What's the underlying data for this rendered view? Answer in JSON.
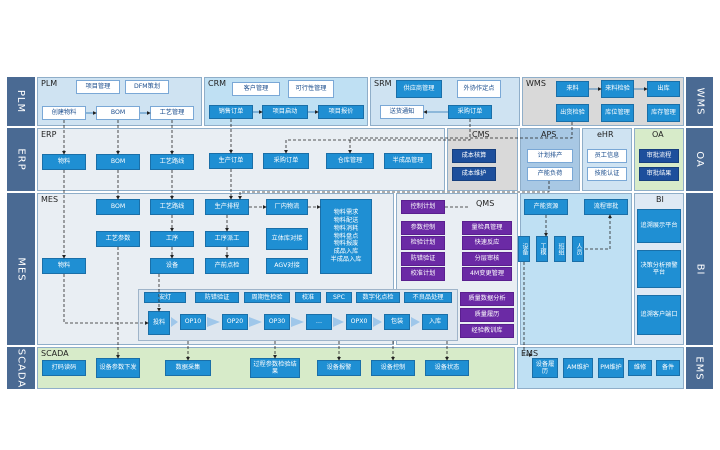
{
  "sides": {
    "plm_l": "PLM",
    "plm_r": "WMS",
    "erp_l": "ERP",
    "erp_r": "OA",
    "mes_l": "MES",
    "mes_r": "BI",
    "scada_l": "SCADA",
    "scada_r": "EMS"
  },
  "regions": {
    "plm": "PLM",
    "crm": "CRM",
    "srm": "SRM",
    "wms": "WMS",
    "erp": "ERP",
    "cms": "CMS",
    "aps": "APS",
    "ehr": "eHR",
    "oa": "OA",
    "mes": "MES",
    "qms": "QMS",
    "bi": "BI",
    "scada": "SCADA",
    "ems": "EMS"
  },
  "plm": {
    "b1": "项目管理",
    "b2": "DFM策划",
    "b3": "创建物料",
    "b4": "BOM",
    "b5": "工艺管理"
  },
  "crm": {
    "b1": "客户管理",
    "b2": "可行性管理",
    "b3": "销售订单",
    "b4": "项目启动",
    "b5": "项目报价"
  },
  "srm": {
    "b1": "供应商管理",
    "b2": "外协作定点",
    "b3": "送货通知",
    "b4": "采购订单"
  },
  "wms": {
    "b1": "来料",
    "b2": "来料检验",
    "b3": "出库",
    "b4": "出货检验",
    "b5": "库位管理",
    "b6": "库存管理"
  },
  "erp": {
    "b1": "物料",
    "b2": "BOM",
    "b3": "工艺路线",
    "b4": "生产订单",
    "b5": "采购订单",
    "b6": "仓库管理",
    "b7": "半成品管理"
  },
  "cms": {
    "b1": "成本核算",
    "b2": "成本维护"
  },
  "aps": {
    "b1": "计划排产",
    "b2": "产能负荷"
  },
  "ehr": {
    "b1": "员工信息",
    "b2": "技能认证"
  },
  "oa": {
    "b1": "审批流程",
    "b2": "审批结果"
  },
  "mes": {
    "b1": "BOM",
    "b2": "工艺路线",
    "b3": "生产排程",
    "b4": "厂内物流",
    "b5": "工艺参数",
    "b6": "工序",
    "b7": "工序派工",
    "b8": "立体库对接",
    "b9": "物料",
    "b10": "设备",
    "b11": "产前点检",
    "b12": "AGV对接",
    "b13": "物料需求\n物料配送\n物料消耗\n物料盘点\n物料报废\n成品入库\n半成品入库",
    "b14": "产能资源",
    "b15": "流程审批",
    "b16": "设备",
    "b17": "工模",
    "b18": "班组",
    "b19": "人员"
  },
  "qms": {
    "b1": "控制计划",
    "b2": "参数控制",
    "b3": "检验计划",
    "b4": "防错验证",
    "b5": "校准计划",
    "b6": "量检具管理",
    "b7": "快速反应",
    "b8": "分层审核",
    "b9": "4M变更管理",
    "b10": "质量数据分析",
    "b11": "质量履历",
    "b12": "经验教训库"
  },
  "process": {
    "r1": [
      "安灯",
      "防错验证",
      "周期性检验",
      "校准",
      "SPC",
      "数字化点检",
      "不良品处理"
    ],
    "flow": [
      "投料",
      "OP10",
      "OP20",
      "OP30",
      "…",
      "OPX0",
      "包装",
      "入库"
    ]
  },
  "bi": {
    "b1": "追溯展示平台",
    "b2": "决策分析预警平台",
    "b3": "追溯客户端口"
  },
  "scada": {
    "b1": "打码读码",
    "b2": "设备参数下发",
    "b3": "数据采集",
    "b4": "过程参数检验结果",
    "b5": "设备报警",
    "b6": "设备控制",
    "b7": "设备状态"
  },
  "ems": {
    "b1": "设备履历",
    "b2": "AM维护",
    "b3": "PM维护",
    "b4": "维修",
    "b5": "备件"
  }
}
